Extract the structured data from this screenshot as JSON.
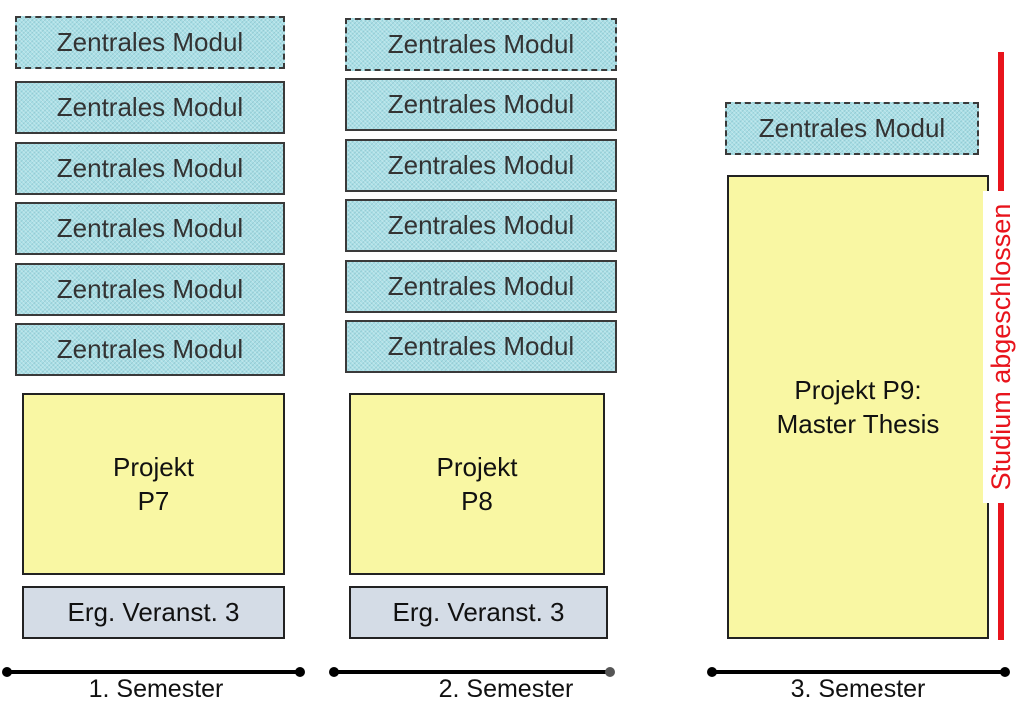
{
  "modul_label": "Zentrales Modul",
  "columns": [
    {
      "semester": "1. Semester",
      "projekt_line1": "Projekt",
      "projekt_line2": "P7",
      "erg": "Erg. Veranst. 3"
    },
    {
      "semester": "2. Semester",
      "projekt_line1": "Projekt",
      "projekt_line2": "P8",
      "erg": "Erg. Veranst. 3"
    },
    {
      "semester": "3. Semester",
      "projekt_line1": "Projekt P9:",
      "projekt_line2": "Master Thesis"
    }
  ],
  "side_label": "Studium abgeschlossen",
  "colors": {
    "modul_fill": "#a9dfe6",
    "projekt_fill": "#f9f7a3",
    "erg_fill": "#d4dce6",
    "accent_red": "#e8141c"
  }
}
